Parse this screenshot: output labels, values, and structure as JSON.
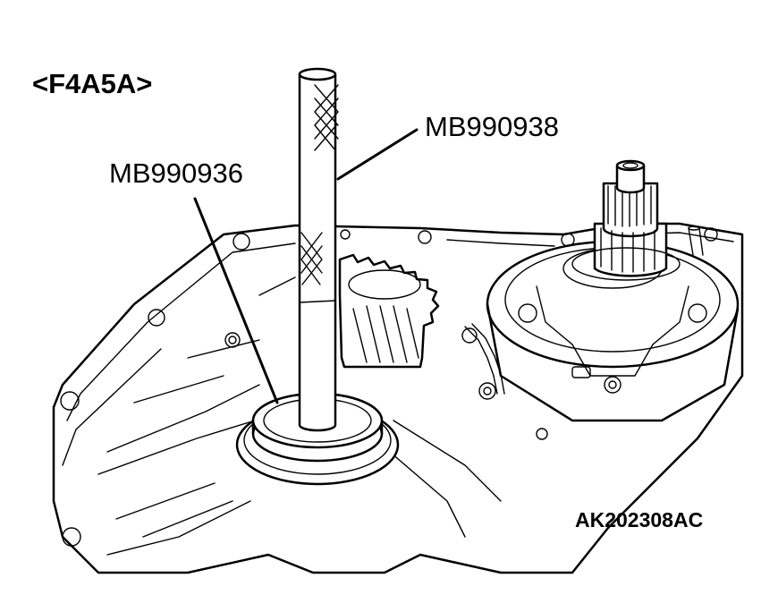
{
  "labels": {
    "variant": "<F4A5A>",
    "tool_driver": "MB990938",
    "tool_installer": "MB990936",
    "figure_id": "AK202308AC"
  }
}
